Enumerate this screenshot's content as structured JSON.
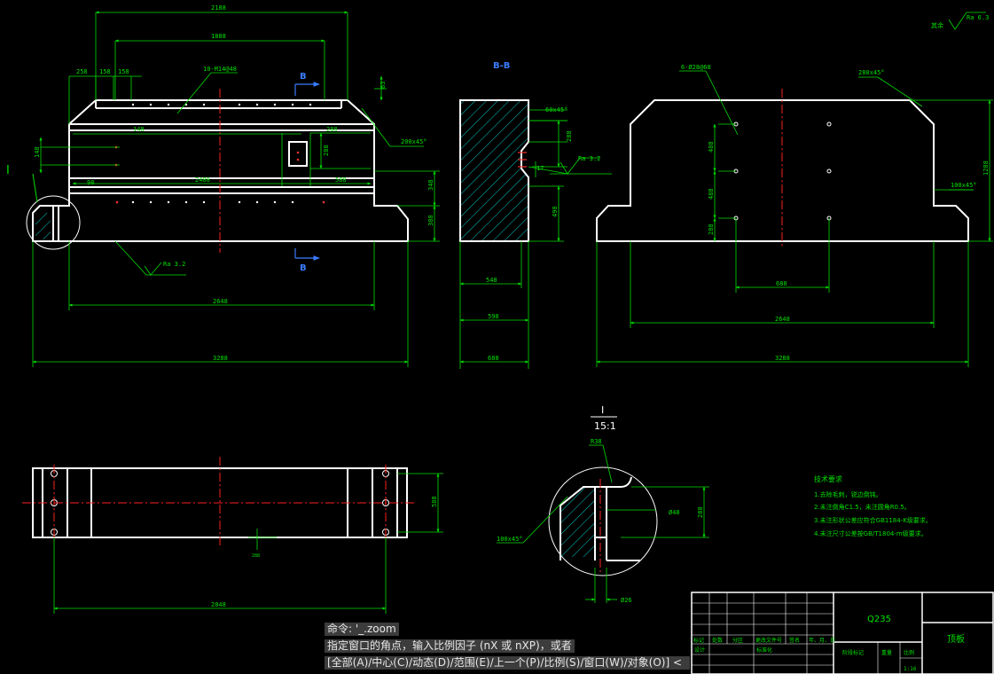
{
  "dimensions": {
    "top_overall": "2188",
    "top_inner": "1888",
    "top_left_offset": "258",
    "small_a": "158",
    "small_b": "158",
    "holes_label": "10-M14@48",
    "right_chamfer": "200x45°",
    "right_dim": "63",
    "left_height_1": "148",
    "mid_length_1": "148",
    "mid_length_2": "2488",
    "mid_right": "588",
    "mid_right_top": "288",
    "mid_height": "288",
    "front_right_h1": "348",
    "front_right_h2": "388",
    "small_mark": "98",
    "front_length": "2648",
    "front_overall": "3288",
    "section_w1": "548",
    "section_w2": "598",
    "section_w3": "688",
    "section_chamfer": "60x45°",
    "section_h1": "288",
    "section_h2": "17",
    "section_h3": "498",
    "side_holes": "6-Ø28@68",
    "side_chamfer_top": "280x45°",
    "side_chamfer_right": "100x45°",
    "side_height": "1288",
    "side_v1": "488",
    "side_v2": "488",
    "side_v3": "288",
    "side_hole_spacing": "688",
    "side_length": "2648",
    "side_overall": "3288",
    "plan_height": "588",
    "plan_length": "2848",
    "plan_small": "288",
    "detail_radius": "R38",
    "detail_chamfer": "100x45°",
    "detail_dia": "Ø48",
    "detail_height": "288",
    "detail_bottom_dia": "Ø26"
  },
  "labels": {
    "section_b_top": "B",
    "section_b_bottom": "B",
    "section_title": "B-B",
    "detail_callout": "I",
    "detail_title_top": "I",
    "detail_title_scale": "15:1"
  },
  "roughness": {
    "top_right_prefix": "其余",
    "top_right_value": "Ra 6.3",
    "front_bottom": "Ra 3.2",
    "section_value": "Ra 3.2"
  },
  "tech_requirements": {
    "title": "技术要求",
    "lines": [
      "1.去除毛刺，锐边倒钝。",
      "2.未注倒角C1.5，未注圆角R0.5。",
      "3.未注形状公差应符合GB1184-K级要求。",
      "4.未注尺寸公差按GB/T1804-m级要求。"
    ]
  },
  "title_block": {
    "material": "Q235",
    "part_name": "顶板",
    "row_headers": [
      "标记",
      "处数",
      "分区",
      "更改文件号",
      "签名",
      "年、月、日"
    ],
    "designer": "设计",
    "standardization": "标准化",
    "stage_mark": "阶段标记",
    "weight": "重量",
    "scale": "比例",
    "scale_value": "1:16"
  },
  "command_line": {
    "history_1": "命令: '_.zoom",
    "history_2": "指定窗口的角点，输入比例因子 (nX 或 nXP)，或者",
    "prompt": "[全部(A)/中心(C)/动态(D)/范围(E)/上一个(P)/比例(S)/窗口(W)/对象(O)] <"
  },
  "colors": {
    "background": "#000000",
    "outline": "#ffffff",
    "dimension": "#00e000",
    "centerline": "#ff2020",
    "hatch": "#00c8c8",
    "section_label": "#3a7cff"
  }
}
